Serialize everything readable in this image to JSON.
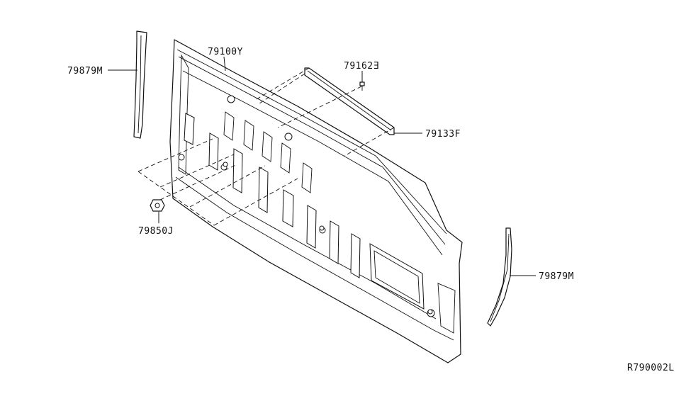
{
  "diagram_code": "R790002L",
  "labels": {
    "panel": "79100Y",
    "bracket_screw": "79162Ǝ",
    "strip": "79133F",
    "seal_left": "79879M",
    "seal_right": "79879M",
    "clip": "79850J"
  }
}
